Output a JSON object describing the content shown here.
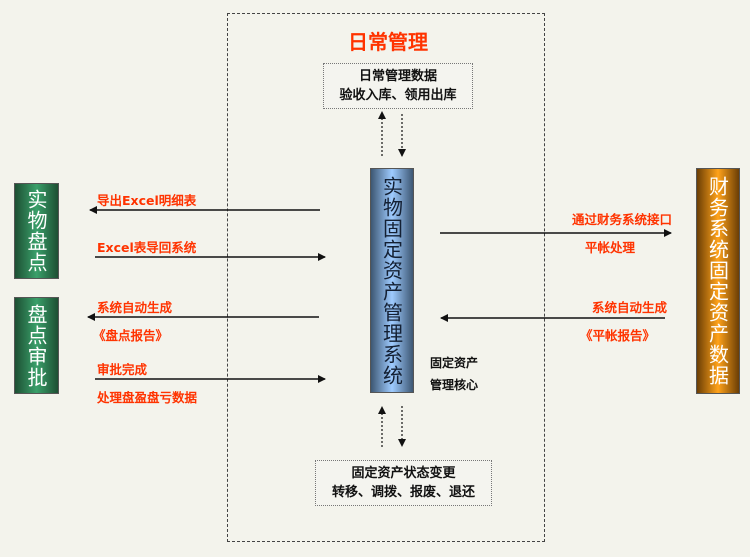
{
  "region_title": "日常管理",
  "top_box": {
    "line1": "日常管理数据",
    "line2": "验收入库、领用出库"
  },
  "bottom_box": {
    "line1": "固定资产状态变更",
    "line2": "转移、调拨、报废、退还"
  },
  "center_box": "实物固定资产管理系统",
  "core_label": {
    "line1": "固定资产",
    "line2": "管理核心"
  },
  "left_boxes": [
    "实物盘点",
    "盘点审批"
  ],
  "right_box": "财务系统固定资产数据",
  "left_labels": [
    "导出Excel明细表",
    "Excel表导回系统",
    "系统自动生成",
    "《盘点报告》",
    "审批完成",
    "处理盘盈盘亏数据"
  ],
  "right_labels": [
    "通过财务系统接口",
    "平帐处理",
    "系统自动生成",
    "《平帐报告》"
  ],
  "colors": {
    "label": "#ff3300",
    "green": "#3aa06a",
    "blue": "#9ecbff",
    "orange": "#ffa21a"
  }
}
